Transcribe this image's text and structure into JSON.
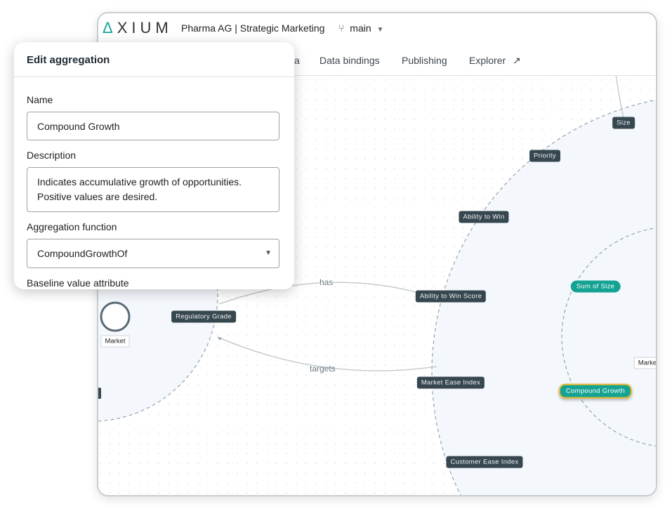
{
  "header": {
    "logo": "AXIUM",
    "org": "Pharma AG | Strategic Marketing",
    "branch": "main",
    "tabs": [
      {
        "label": "a"
      },
      {
        "label": "Data bindings"
      },
      {
        "label": "Publishing"
      },
      {
        "label": "Explorer"
      }
    ]
  },
  "canvas": {
    "edges": [
      {
        "label": "has"
      },
      {
        "label": "targets"
      }
    ],
    "nodes": {
      "size": "Size",
      "priority": "Priority",
      "ability_to_win": "Ability to Win",
      "ability_to_win_score": "Ability to Win Score",
      "regulatory_grade": "Regulatory Grade",
      "market_ease_index": "Market Ease Index",
      "customer_ease_index": "Customer Ease Index",
      "sum_of_size": "Sum of Size",
      "compound_growth": "Compound Growth"
    },
    "market_label": "Market",
    "market_label_right": "Marke",
    "colors": {
      "node": "#37474f",
      "aggregation": "#14a393",
      "selected": "#f0b82c",
      "region": "#f4f8fc"
    }
  },
  "dialog": {
    "title": "Edit aggregation",
    "name_label": "Name",
    "name_value": "Compound Growth",
    "description_label": "Description",
    "description_value": "Indicates accumulative growth of opportunities. Positive values are desired.",
    "function_label": "Aggregation function",
    "function_value": "CompoundGrowthOf",
    "baseline_label": "Baseline value attribute"
  }
}
